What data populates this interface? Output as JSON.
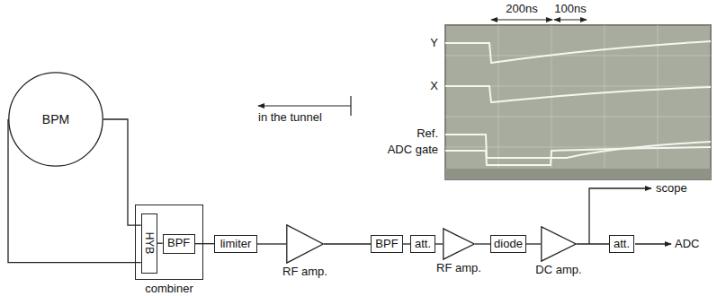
{
  "diagram": {
    "nodes": [
      {
        "text": [
          "BPM"
        ]
      },
      {
        "text": [
          "combiner"
        ]
      },
      {
        "text": [
          "HYB"
        ],
        "in": 1
      },
      {
        "text": [
          "BPF"
        ],
        "in": 1
      },
      {
        "text": [
          "limiter"
        ]
      },
      {
        "text": [
          "RF amp."
        ]
      },
      {
        "text": [
          "BPF"
        ]
      },
      {
        "text": [
          "att."
        ]
      },
      {
        "text": [
          "RF amp."
        ]
      },
      {
        "text": [
          "diode"
        ]
      },
      {
        "text": [
          "DC amp."
        ]
      },
      {
        "text": [
          "att."
        ]
      }
    ],
    "edges": [
      {
        "from": 0,
        "to": 2,
        "arrow": "none"
      },
      {
        "from": 0,
        "to": 2,
        "arrow": "none"
      },
      {
        "from": 2,
        "to": 3,
        "arrow": "none"
      },
      {
        "from": 3,
        "to": 4,
        "arrow": "none"
      },
      {
        "from": 4,
        "to": 5,
        "arrow": "none"
      },
      {
        "from": 5,
        "to": 6,
        "arrow": "none"
      },
      {
        "from": 6,
        "to": 7,
        "arrow": "none"
      },
      {
        "from": 7,
        "to": 8,
        "arrow": "none"
      },
      {
        "from": 8,
        "to": 9,
        "arrow": "none"
      },
      {
        "from": 9,
        "to": 10,
        "arrow": "none"
      },
      {
        "from": 10,
        "to": 11,
        "arrow": "none"
      }
    ],
    "labels": [
      "200ns",
      "100ns",
      "Y",
      "X",
      "Ref.",
      "ADC gate",
      "in the tunnel",
      "scope",
      "ADC"
    ]
  }
}
